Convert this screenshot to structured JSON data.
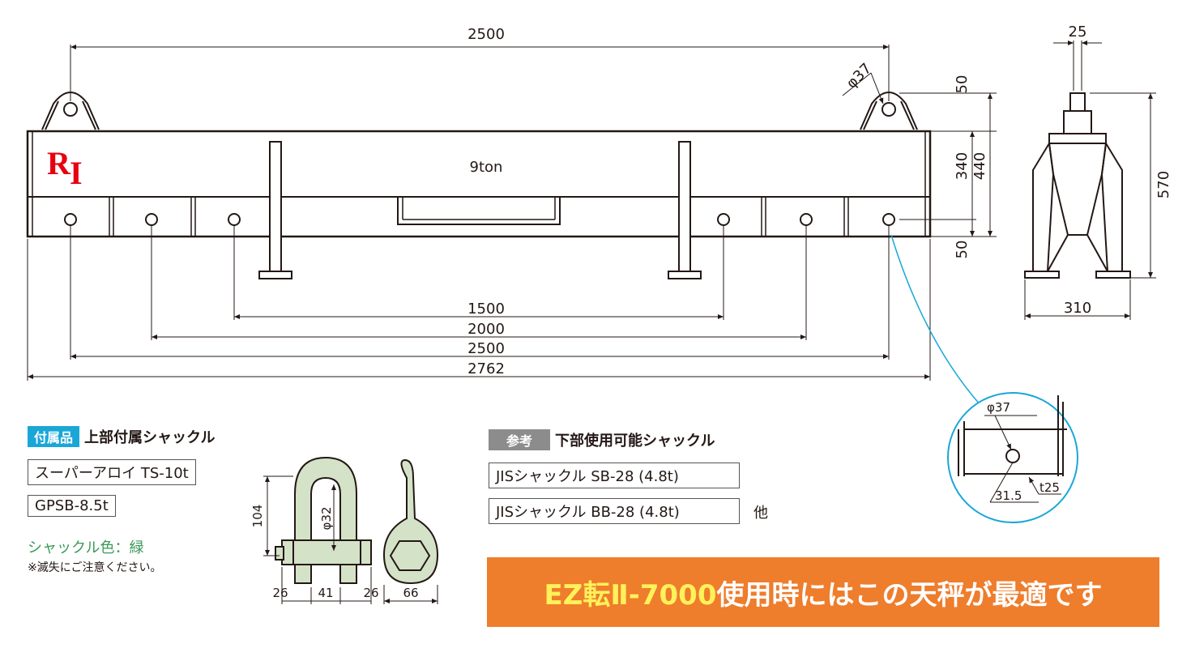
{
  "diagram": {
    "load_label": "9ton",
    "logo_text": "RI",
    "front_view": {
      "top_hole_span": "2500",
      "inner_spacing_1": "1500",
      "inner_spacing_2": "2000",
      "inner_spacing_3": "2500",
      "overall_length": "2762",
      "hole_diameter": "φ37",
      "dim_50_top": "50",
      "dim_340": "340",
      "dim_440": "440",
      "dim_50_bottom": "50"
    },
    "side_view": {
      "width_top": "25",
      "height": "570",
      "base_width": "310"
    },
    "detail": {
      "diameter": "φ37",
      "edge": "31.5",
      "thickness": "t25"
    },
    "shackle_dims": {
      "height": "104",
      "pin": "φ32",
      "left": "26",
      "center": "41",
      "right": "26",
      "side": "66"
    }
  },
  "accessories": {
    "tag": "付属品",
    "title": "上部付属シャックル",
    "items": [
      "スーパーアロイ TS-10t",
      "GPSB-8.5t"
    ],
    "color_note": "シャックル色：緑",
    "warning": "※滅失にご注意ください。"
  },
  "reference": {
    "tag": "参考",
    "title": "下部使用可能シャックル",
    "items": [
      "JISシャックル SB-28 (4.8t)",
      "JISシャックル BB-28 (4.8t)"
    ],
    "other": "他"
  },
  "banner": {
    "highlight": "EZ転Ⅱ-7000",
    "text": "使用時にはこの天秤が最適です"
  },
  "colors": {
    "accent_cyan": "#1aa7d8",
    "gray_tag": "#8c8c8c",
    "banner_orange": "#ee7d2c",
    "banner_yellow": "#fff15a",
    "logo_red": "#e60012",
    "shackle_green": "#d4e2c8"
  }
}
